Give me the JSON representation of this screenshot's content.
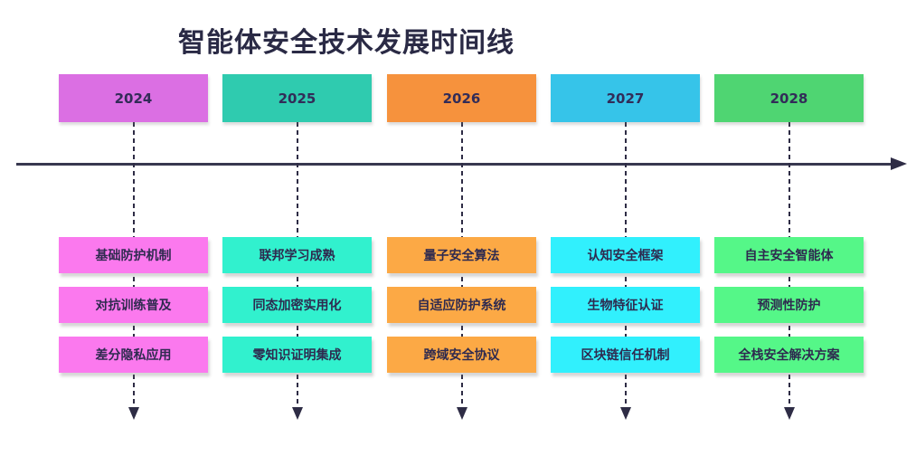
{
  "title": "智能体安全技术发展时间线",
  "colors": {
    "axis": "#2e2c45",
    "title_text": "#2a2a45",
    "year_text": "#322c58",
    "item_text": "#2e2a4f"
  },
  "columns": [
    {
      "year": "2024",
      "header_color": "#db6fe3",
      "item_color": "#fb79ee",
      "items": [
        "基础防护机制",
        "对抗训练普及",
        "差分隐私应用"
      ]
    },
    {
      "year": "2025",
      "header_color": "#2fcbaf",
      "item_color": "#31f1ce",
      "items": [
        "联邦学习成熟",
        "同态加密实用化",
        "零知识证明集成"
      ]
    },
    {
      "year": "2026",
      "header_color": "#f6923d",
      "item_color": "#fca945",
      "items": [
        "量子安全算法",
        "自适应防护系统",
        "跨域安全协议"
      ]
    },
    {
      "year": "2027",
      "header_color": "#36c4e9",
      "item_color": "#31f0fd",
      "items": [
        "认知安全框架",
        "生物特征认证",
        "区块链信任机制"
      ]
    },
    {
      "year": "2028",
      "header_color": "#4fd572",
      "item_color": "#55f788",
      "items": [
        "自主安全智能体",
        "预测性防护",
        "全栈安全解决方案"
      ]
    }
  ],
  "layout_hint": {
    "column_lefts": [
      65,
      246,
      428,
      609,
      790
    ]
  }
}
